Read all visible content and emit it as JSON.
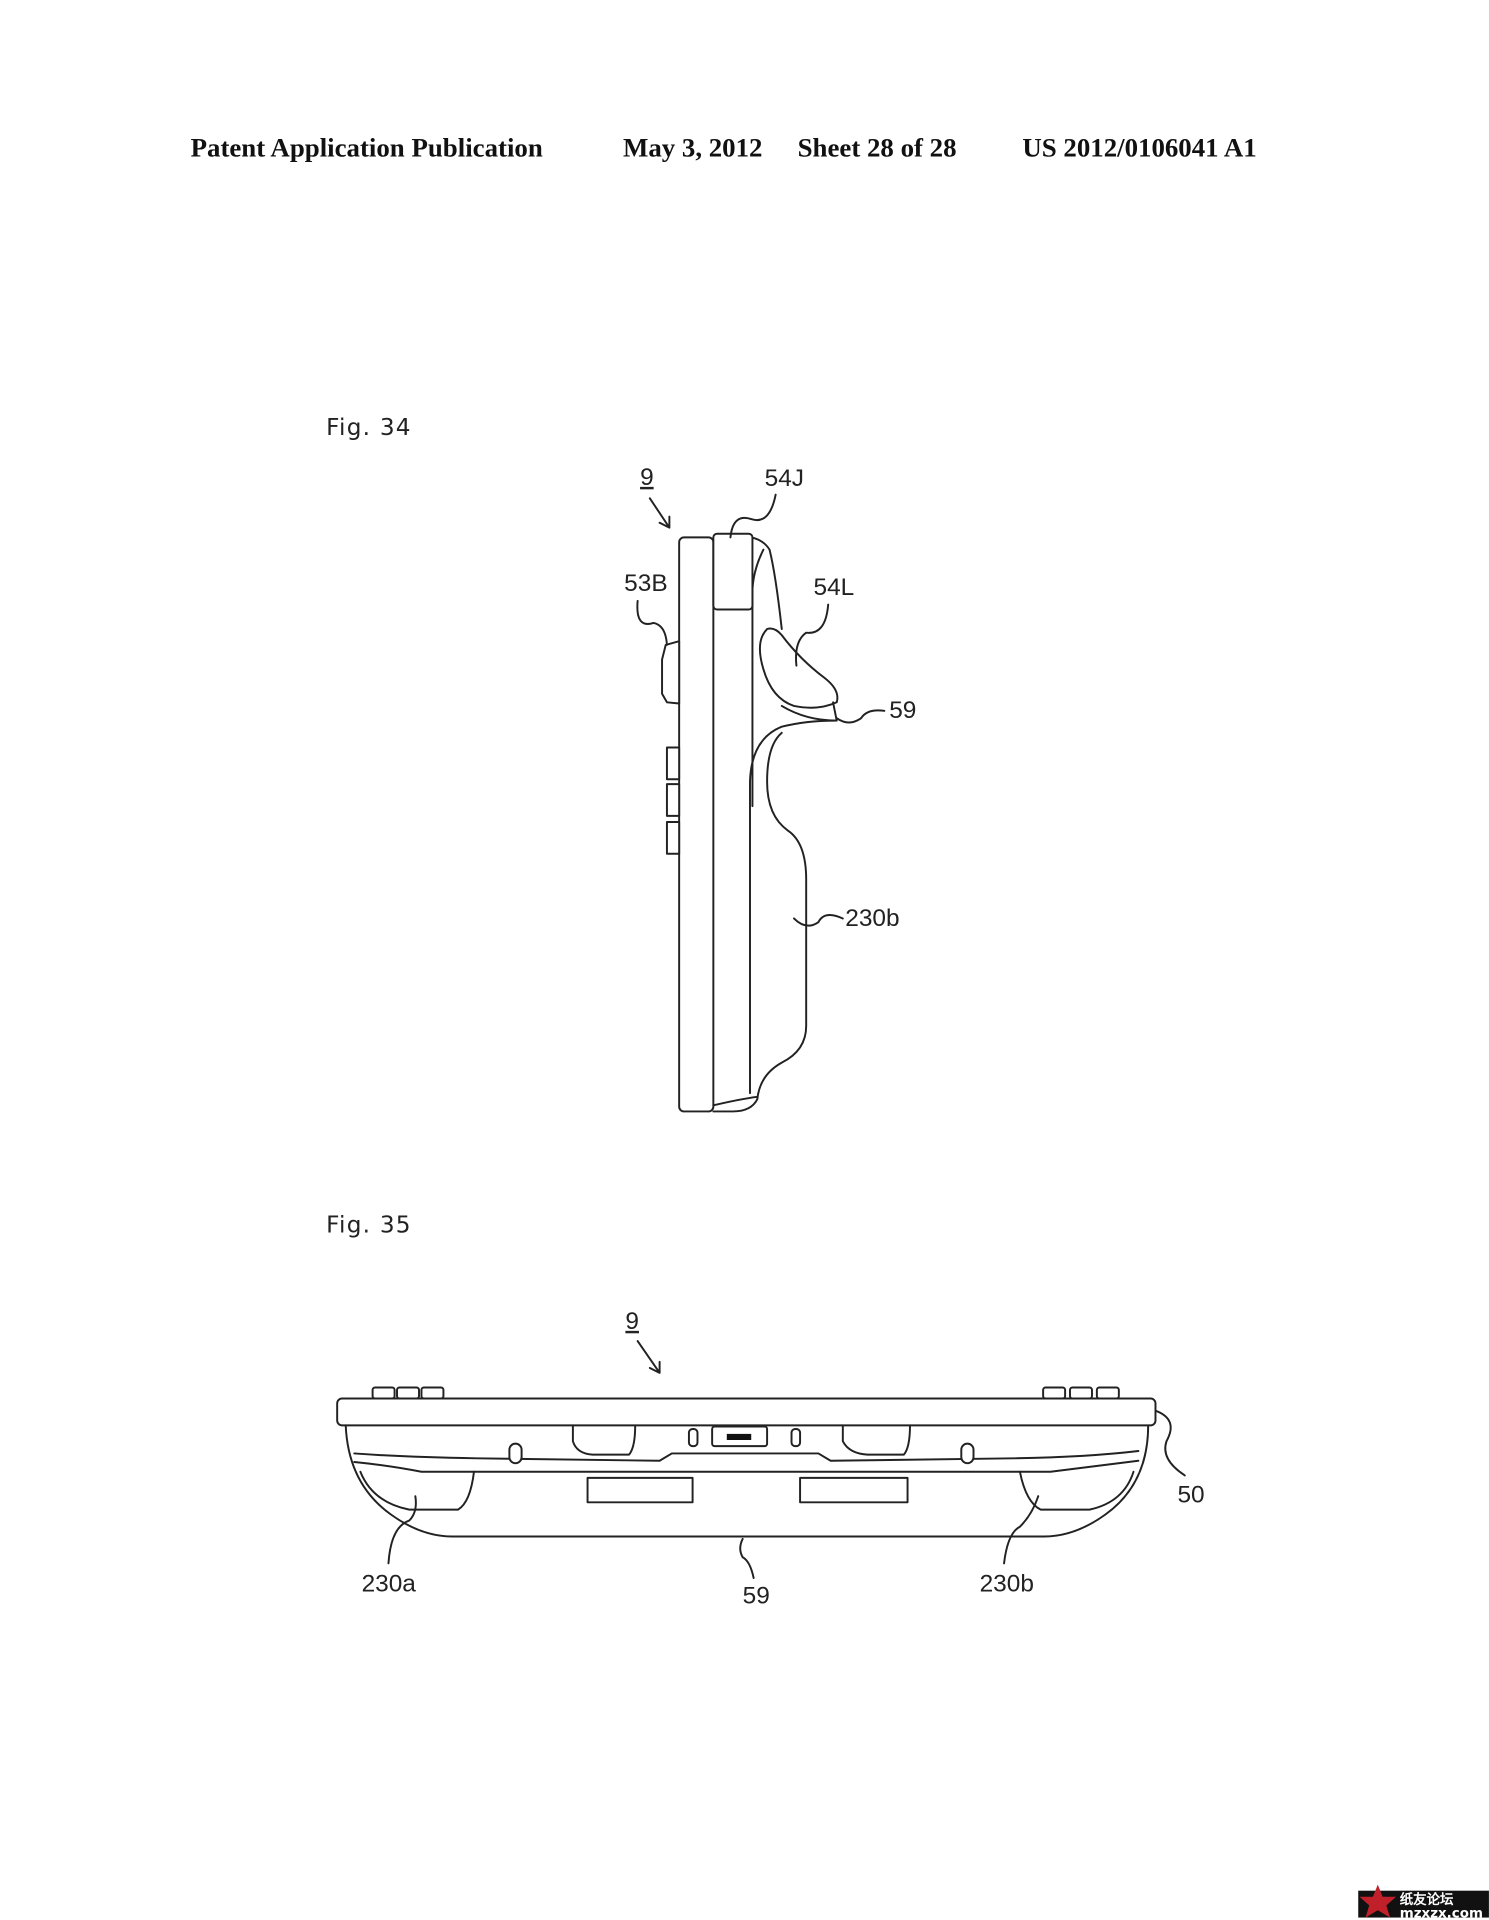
{
  "header": {
    "publication": "Patent Application Publication",
    "date": "May 3, 2012",
    "sheet": "Sheet 28 of 28",
    "number": "US 2012/0106041 A1"
  },
  "figures": [
    {
      "label": "Fig. 34",
      "refs": {
        "device": "9",
        "stick_button": "54J",
        "trigger": "54L",
        "button": "53B",
        "protrusion": "59",
        "grip": "230b"
      }
    },
    {
      "label": "Fig. 35",
      "refs": {
        "device": "9",
        "housing": "50",
        "grip_left": "230a",
        "protrusion": "59",
        "grip_right": "230b"
      }
    }
  ],
  "watermark": {
    "text": "纸友论坛",
    "url_text": "mzxzx.com",
    "accent": "#c0202a"
  }
}
